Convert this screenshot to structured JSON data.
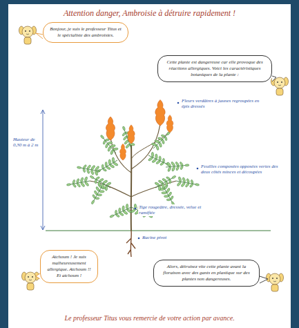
{
  "diagram": {
    "title": "Attention danger, Ambroisie à détruire rapidement !",
    "caption": "Le professeur Titus vous remercie de votre action par avance.",
    "nodes": [
      {
        "text": [
          "Bonjour, je suis le professeur Titus et le spécialiste des ambroisies."
        ]
      },
      {
        "text": [
          "Cette plante est dangereuse car elle provoque des réactions allergiques. Voici les caractéristiques botaniques de la plante :"
        ]
      },
      {
        "text": [
          "Atchoum ! Je suis malheureusement allergique. Atchoum !! Et atchoum !"
        ]
      },
      {
        "text": [
          "Alors, détruisez vite cette plante avant la floraison avec des gants en plastique sur des plantes non dangereuses."
        ]
      }
    ],
    "labels": [
      "Fleurs verdâtres à jaunes regroupées en épis dressés",
      "Hauteur de 0,30 m à 2 m",
      "Feuilles composées opposées vertes des deux côtés minces et découpées",
      "Tige rougeâtre, dressée, velue et ramifiée",
      "Racine pivot"
    ]
  }
}
